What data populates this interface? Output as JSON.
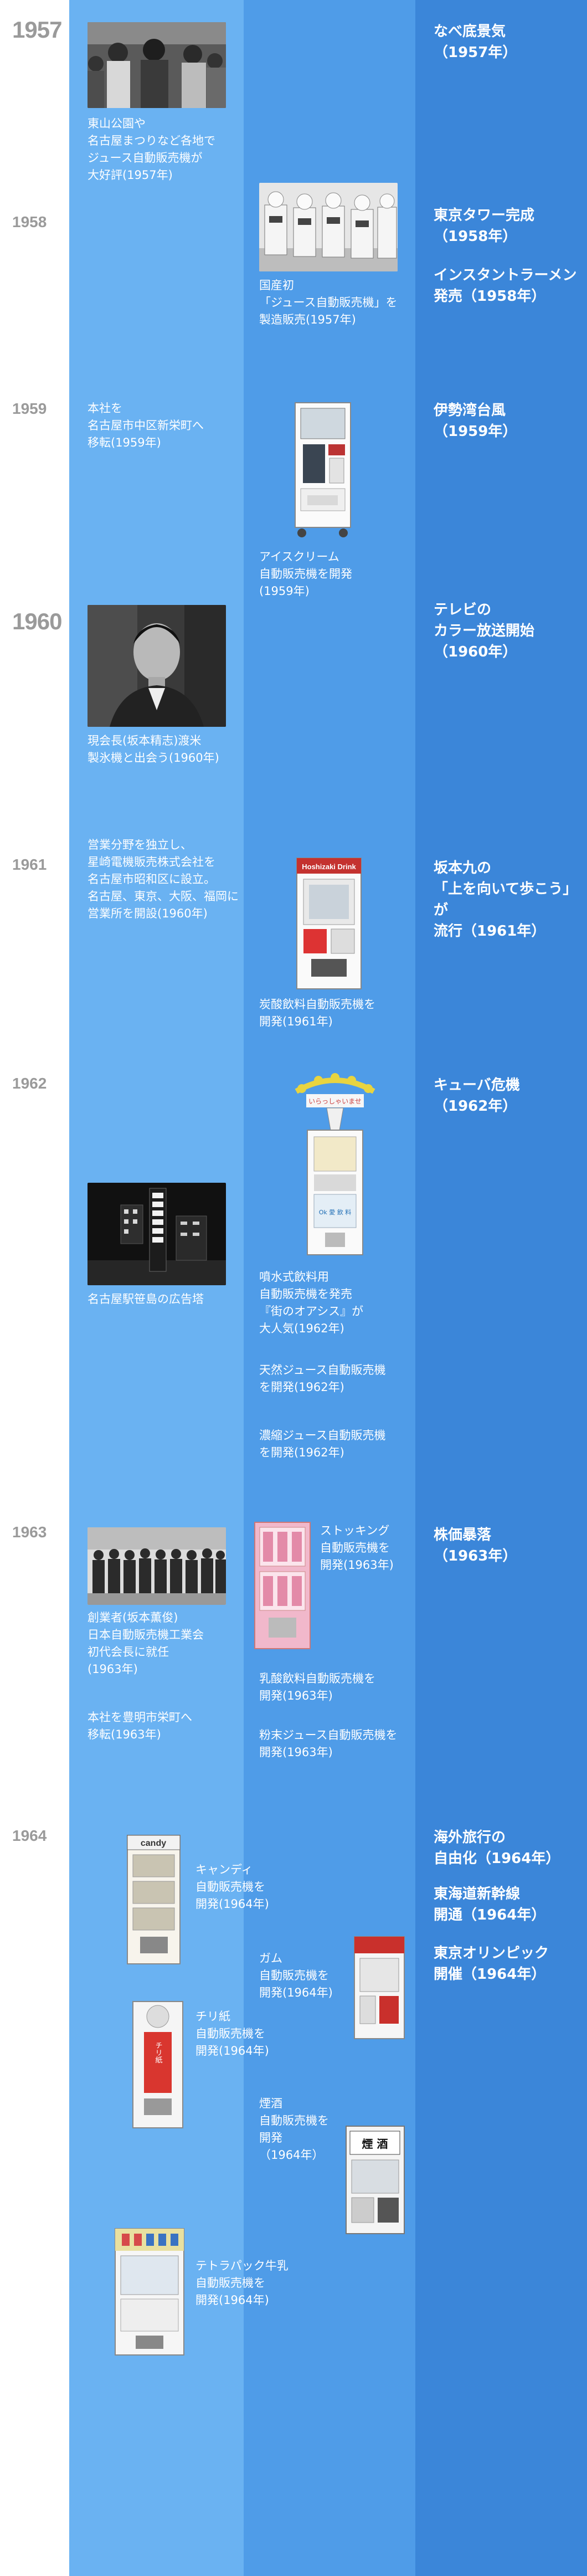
{
  "years": {
    "y1957": "1957",
    "y1958": "1958",
    "y1959": "1959",
    "y1960": "1960",
    "y1961": "1961",
    "y1962": "1962",
    "y1963": "1963",
    "y1964": "1964"
  },
  "company": {
    "c1957a": "東山公園や\n名古屋まつりなど各地で\nジュース自動販売機が\n大好評(1957年)",
    "c1959": "本社を\n名古屋市中区新栄町へ\n移転(1959年)",
    "c1960": "現会長(坂本精志)渡米\n製氷機と出会う(1960年)",
    "c1961": "営業分野を独立し、\n星崎電機販売株式会社を\n名古屋市昭和区に設立。\n名古屋、東京、大阪、福岡に\n営業所を開設(1960年)",
    "c1962": "名古屋駅笹島の広告塔",
    "c1963a": "創業者(坂本薫俊)\n日本自動販売機工業会\n初代会長に就任\n(1963年)",
    "c1963b": "本社を豊明市栄町へ\n移転(1963年)"
  },
  "products": {
    "p1958": "国産初\n「ジュース自動販売機」を\n製造販売(1957年)",
    "p1959": "アイスクリーム\n自動販売機を開発\n(1959年)",
    "p1961": "炭酸飲料自動販売機を\n開発(1961年)",
    "p1962a": "噴水式飲料用\n自動販売機を発売\n『街のオアシス』が\n大人気(1962年)",
    "p1962b": "天然ジュース自動販売機\nを開発(1962年)",
    "p1962c": "濃縮ジュース自動販売機\nを開発(1962年)",
    "p1963a": "ストッキング\n自動販売機を\n開発(1963年)",
    "p1963b": "乳酸飲料自動販売機を\n開発(1963年)",
    "p1963c": "粉末ジュース自動販売機を\n開発(1963年)",
    "p1964a": "キャンディ\n自動販売機を\n開発(1964年)",
    "p1964b": "ガム\n自動販売機を\n開発(1964年)",
    "p1964c": "チリ紙\n自動販売機を\n開発(1964年)",
    "p1964d": "煙酒\n自動販売機を\n開発\n（1964年）",
    "p1964e": "テトラパック牛乳\n自動販売機を\n開発(1964年)"
  },
  "signs": {
    "s1961": "Hoshizaki Drink",
    "s1962": "いらっしゃいませ",
    "s1962b": "Ok 愛 飲 料",
    "s1964a": "candy",
    "s1964c": "チリ紙",
    "s1964d": "煙 酒"
  },
  "events": {
    "e1957": "なべ底景気\n（1957年）",
    "e1958a": "東京タワー完成\n（1958年）",
    "e1958b": "インスタントラーメン\n発売（1958年）",
    "e1959": "伊勢湾台風\n（1959年）",
    "e1960": "テレビの\nカラー放送開始\n（1960年）",
    "e1961": "坂本九の\n「上を向いて歩こう」が\n流行（1961年）",
    "e1962": "キューバ危機\n（1962年）",
    "e1963": "株価暴落\n（1963年）",
    "e1964a": "海外旅行の\n自由化（1964年）",
    "e1964b": "東海道新幹線\n開通（1964年）",
    "e1964c": "東京オリンピック\n開催（1964年）"
  },
  "colors": {
    "col_company": "#6ab2f2",
    "col_products": "#4f9ce8",
    "col_events": "#3b86d9",
    "year_text": "#9a9a9a"
  }
}
